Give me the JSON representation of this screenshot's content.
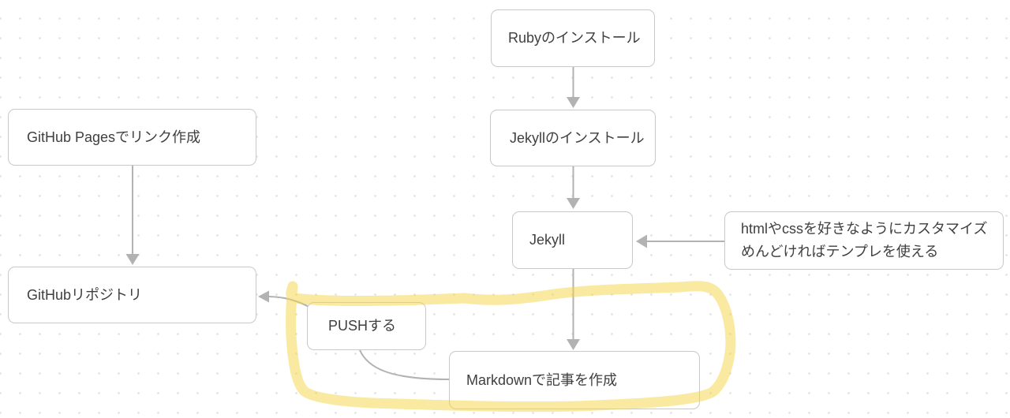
{
  "app": {
    "type": "whiteboard-flowchart",
    "background": "#ffffff"
  },
  "colors": {
    "box_border": "#c9c9c9",
    "box_fill": "#ffffff",
    "text": "#3f3f3f",
    "connector": "#b2b2b2",
    "highlight": "#f5d342",
    "dot_grid": "#e2e2e2"
  },
  "nodes": [
    {
      "id": "ruby-install",
      "label": "Rubyのインストール"
    },
    {
      "id": "jekyll-install",
      "label": "Jekyllのインストール"
    },
    {
      "id": "jekyll",
      "label": "Jekyll"
    },
    {
      "id": "customize-note",
      "lines": [
        "htmlやcssを好きなようにカスタマイズ",
        "めんどければテンプレを使える"
      ]
    },
    {
      "id": "github-pages",
      "label": "GitHub Pagesでリンク作成"
    },
    {
      "id": "github-repo",
      "label": "GitHubリポジトリ"
    },
    {
      "id": "push",
      "label": "PUSHする"
    },
    {
      "id": "markdown",
      "label": "Markdownで記事を作成"
    }
  ],
  "connectors": [
    {
      "id": "ruby-to-jekyll-install",
      "from": "ruby-install",
      "to": "jekyll-install",
      "arrow": true
    },
    {
      "id": "jekyll-install-to-jekyll",
      "from": "jekyll-install",
      "to": "jekyll",
      "arrow": true
    },
    {
      "id": "jekyll-to-markdown",
      "from": "jekyll",
      "to": "markdown",
      "arrow": true
    },
    {
      "id": "note-to-jekyll",
      "from": "customize-note",
      "to": "jekyll",
      "arrow": true
    },
    {
      "id": "pages-to-repo",
      "from": "github-pages",
      "to": "github-repo",
      "arrow": true
    },
    {
      "id": "push-to-repo",
      "from": "push",
      "to": "github-repo",
      "arrow": true
    },
    {
      "id": "push-to-markdown",
      "from": "push",
      "to": "markdown",
      "arrow": false
    }
  ],
  "annotations": [
    {
      "id": "marker-loop",
      "tool": "highlighter",
      "encloses": [
        "push",
        "markdown"
      ],
      "color": "#f5d342"
    }
  ]
}
